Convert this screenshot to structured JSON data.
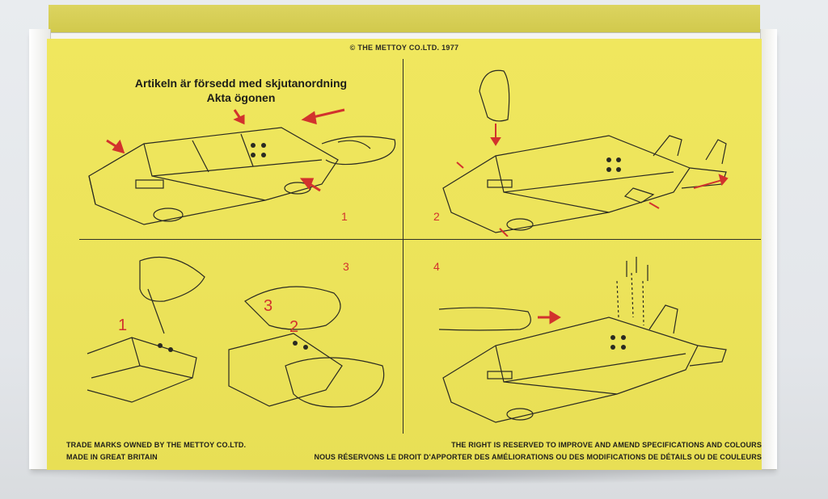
{
  "box": {
    "copyright": "© THE METTOY CO.LTD. 1977",
    "headline_line1": "Artikeln är försedd med skjutanordning",
    "headline_line2": "Akta ögonen",
    "steps": [
      "1",
      "2",
      "3",
      "4"
    ],
    "callouts": [
      "1",
      "2",
      "3"
    ],
    "footer": {
      "trademark": "TRADE MARKS OWNED BY THE METTOY CO.LTD.",
      "rights": "THE RIGHT IS RESERVED TO IMPROVE AND AMEND SPECIFICATIONS AND COLOURS",
      "made_in": "MADE IN GREAT BRITAIN",
      "french": "NOUS RÉSERVONS LE DROIT D'APPORTER DES AMÉLIORATIONS OU DES  MODIFICATIONS DE DÉTAILS OU DE COULEURS"
    }
  },
  "colors": {
    "panel_yellow": "#eee65a",
    "arrow_red": "#d2322d",
    "ink": "#2a2a22"
  }
}
